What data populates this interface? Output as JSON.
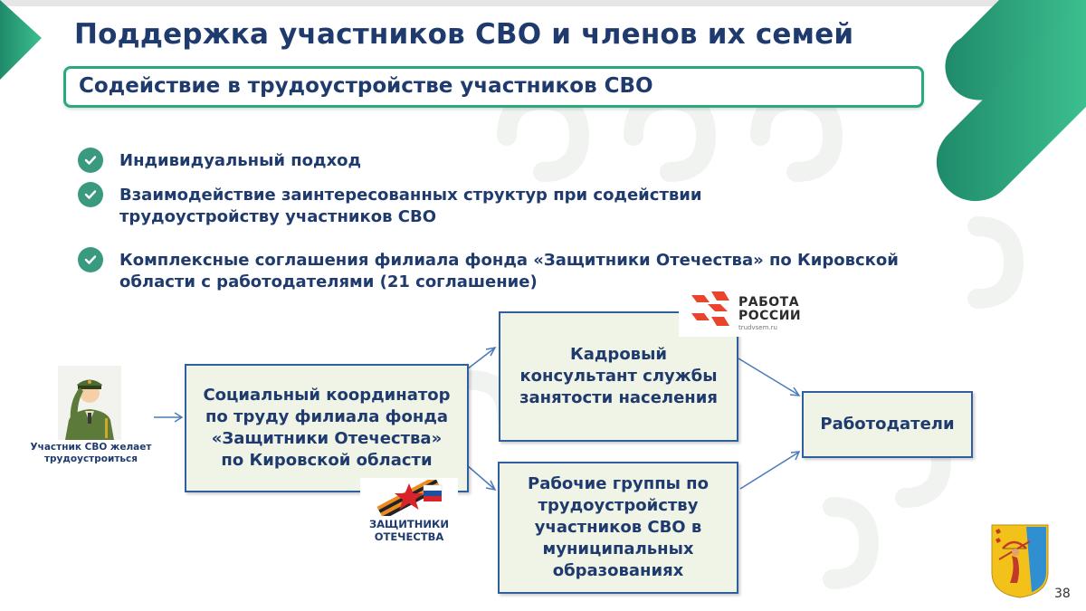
{
  "header": {
    "title": "Поддержка участников СВО и членов их семей",
    "subtitle": "Содействие в трудоустройстве участников СВО"
  },
  "bullets": [
    "Индивидуальный подход",
    "Взаимодействие заинтересованных структур при содействии трудоустройству участников СВО",
    "Комплексные соглашения филиала фонда «Защитники Отечества» по Кировской области с работодателями (21 соглашение)"
  ],
  "flow": {
    "person_caption": "Участник СВО желает трудоустроиться",
    "coordinator": "Социальный координатор по труду филиала фонда «Защитники Отечества» по Кировской области",
    "consultant": "Кадровый консультант службы занятости населения",
    "working_groups": "Рабочие группы по трудоустройству участников СВО в муниципальных образованиях",
    "employers": "Работодатели"
  },
  "logos": {
    "rabota_line1": "РАБОТА",
    "rabota_line2": "РОССИИ",
    "rabota_site": "trudvsem.ru",
    "zashchitniki": "ЗАЩИТНИКИ ОТЕЧЕСТВА"
  },
  "page_number": "38",
  "colors": {
    "navy": "#1f3b6e",
    "green": "#2aa87e",
    "box_fill": "#f0f4e6",
    "box_border": "#2f5f9e",
    "arrow": "#4a7ab8"
  }
}
